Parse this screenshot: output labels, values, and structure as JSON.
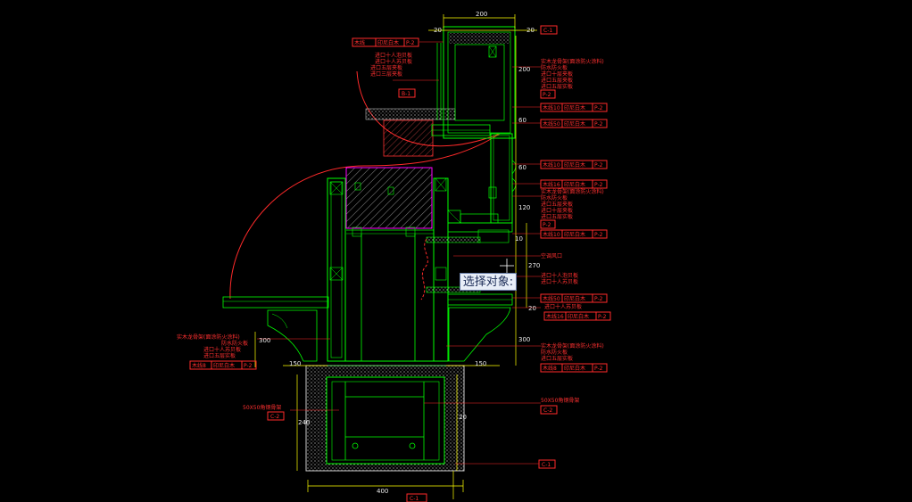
{
  "app": {
    "tooltip_label": "选择对象:"
  },
  "dimensions": {
    "top_width": "200",
    "top_left": "20",
    "top_right": "20",
    "right_v1": "200",
    "right_v2": "60",
    "right_v3": "60",
    "right_v4": "120",
    "right_v5": "10",
    "right_v6": "270",
    "right_v7": "20",
    "right_v8": "300",
    "left_v1": "300",
    "left_v2": "240",
    "bottom_left_150": "150",
    "bottom_right_150": "150",
    "bottom_width": "400",
    "inner_20": "20"
  },
  "annotations": {
    "top_tags": [
      "木线",
      "印尼白木",
      "P-2"
    ],
    "left_notes": [
      "进口十人泡贝板",
      "进口十人苏贝板",
      "进口五层夹板",
      "进口三层夹板"
    ],
    "left_tag_top": "B-1",
    "left_tag_mid": "C-1",
    "right_notes_top": [
      "实木龙骨架(面涂防火涂料)",
      "防水防火板",
      "进口十层夹板",
      "进口五层夹板",
      "进口五层实板"
    ],
    "right_tag_top": "P-2",
    "right_tags_row1": [
      "木线10",
      "印尼白木",
      "P-2"
    ],
    "right_tags_row2": [
      "木线50",
      "印尼白木",
      "P-2"
    ],
    "right_tags_row3": [
      "木线10",
      "印尼白木",
      "P-2"
    ],
    "right_tags_row4": [
      "木线16",
      "印尼白木",
      "P-2"
    ],
    "right_notes_mid": [
      "实木龙骨架(面涂防火涂料)",
      "防水防火板",
      "进口五层夹板",
      "进口十层夹板",
      "进口五层实板"
    ],
    "right_tag_mid": "P-2",
    "right_tags_row5": [
      "木线10",
      "印尼白木",
      "P-2"
    ],
    "air_vent_label": "空调风口",
    "right_notes_low": [
      "进口十人泡贝板",
      "进口十人苏贝板"
    ],
    "right_tags_row6": [
      "木线50",
      "印尼白木",
      "P-2"
    ],
    "right_notes_low2": [
      "进口十人苏贝板"
    ],
    "right_tags_row7": [
      "木线16",
      "印尼白木",
      "P-2"
    ],
    "left_notes_low": [
      "实木龙骨架(面涂防火涂料)",
      "防水防火板",
      "进口十人苏贝板",
      "进口五层实板"
    ],
    "left_tags_low": [
      "木线8",
      "印尼白木",
      "P-2"
    ],
    "right_notes_low3": [
      "实木龙骨架(面涂防火涂料)",
      "防水防火板",
      "进口五层实板"
    ],
    "right_tags_row8": [
      "木线8",
      "印尼白木",
      "P-2"
    ],
    "left_steel_label": "50X50角钢骨架",
    "left_steel_tag": "C-2",
    "right_steel_label": "50X50角钢骨架",
    "right_steel_tag": "C-2",
    "bottom_right_tag": "C-1",
    "bottom_tag": "C-1"
  },
  "colors": {
    "background": "#000000",
    "structure_green": "#00ff00",
    "dim_white": "#e8e8e8",
    "note_red": "#ff3030",
    "dimension_yellow": "#ffff00",
    "fill_magenta": "#ff00ff",
    "hatch_white": "#cccccc"
  }
}
